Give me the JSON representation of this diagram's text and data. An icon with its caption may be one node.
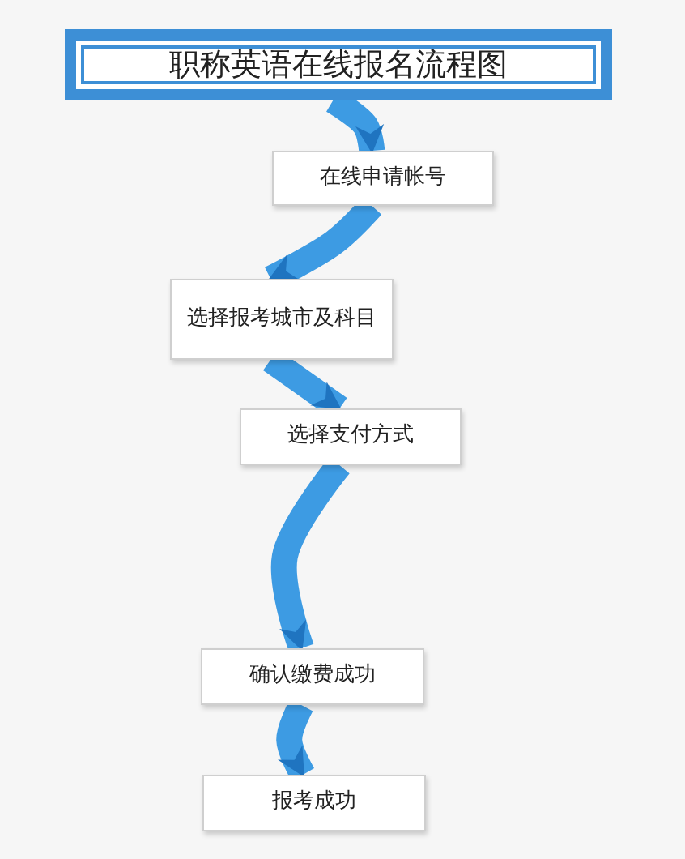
{
  "diagram": {
    "nodes": [
      {
        "text": [
          "职称英语在线报名流程图"
        ]
      },
      {
        "text": [
          "在线申请帐号"
        ]
      },
      {
        "text": [
          "选择报考城市及科目"
        ]
      },
      {
        "text": [
          "选择支付方式"
        ]
      },
      {
        "text": [
          "确认缴费成功"
        ]
      },
      {
        "text": [
          "报考成功"
        ]
      }
    ],
    "edges": [
      {
        "from": 0,
        "to": 1,
        "arrow": "to"
      },
      {
        "from": 1,
        "to": 2,
        "arrow": "to"
      },
      {
        "from": 2,
        "to": 3,
        "arrow": "to"
      },
      {
        "from": 3,
        "to": 4,
        "arrow": "to"
      },
      {
        "from": 4,
        "to": 5,
        "arrow": "to"
      }
    ]
  }
}
